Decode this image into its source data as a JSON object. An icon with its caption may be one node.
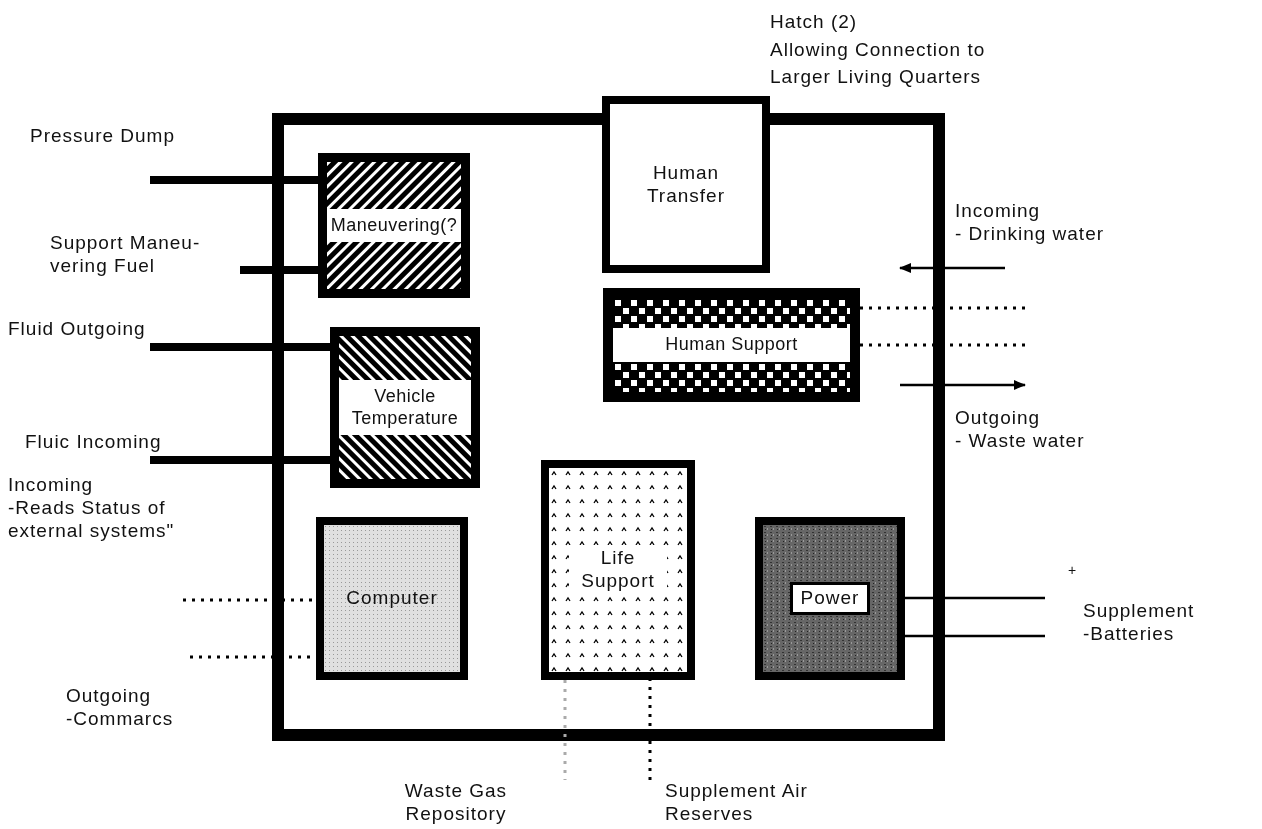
{
  "diagram": {
    "nodes": [
      {
        "text": [],
        "shape": "box"
      },
      {
        "text": [
          "Maneuvering(?"
        ],
        "in": 0
      },
      {
        "text": [
          "Human Transfer"
        ],
        "beside": [
          "Hatch (2)",
          "Allowing Connection to Larger Living Quarters"
        ]
      },
      {
        "text": [
          "Human Support"
        ],
        "in": 0
      },
      {
        "text": [
          "Vehicle Temperature"
        ],
        "in": 0
      },
      {
        "text": [
          "Computer"
        ],
        "in": 0
      },
      {
        "text": [
          "Life Support"
        ],
        "in": 0
      },
      {
        "text": [
          "Power"
        ],
        "in": 0
      },
      {
        "text": [
          "Pressure Dump"
        ]
      },
      {
        "text": [
          "Support Maneu- vering Fuel"
        ]
      },
      {
        "text": [
          "Fluid Outgoing"
        ]
      },
      {
        "text": [
          "Fluic Incoming"
        ]
      },
      {
        "text": [
          "Incoming",
          "-Reads Status of external systems\""
        ]
      },
      {
        "text": [
          "Outgoing",
          "-Commarcs"
        ]
      },
      {
        "text": [
          "Incoming",
          "- Drinking water"
        ]
      },
      {
        "text": [
          "Outgoing",
          "- Waste water"
        ]
      },
      {
        "text": [
          "Supplement",
          "-Batteries"
        ]
      },
      {
        "text": [
          "Waste Gas Repository"
        ]
      },
      {
        "text": [
          "Supplement Air Reserves"
        ]
      }
    ],
    "edges": [
      {
        "from": 8,
        "to": 1,
        "arrow": "none",
        "style": "thick"
      },
      {
        "from": 9,
        "to": 1,
        "arrow": "none",
        "style": "thick"
      },
      {
        "from": 10,
        "to": 4,
        "arrow": "none",
        "style": "thick"
      },
      {
        "from": 11,
        "to": 4,
        "arrow": "none",
        "style": "thick"
      },
      {
        "from": 12,
        "to": 5,
        "arrow": "none",
        "style": "dashed"
      },
      {
        "from": 13,
        "to": 5,
        "arrow": "none",
        "style": "dashed"
      },
      {
        "from": 14,
        "to": null,
        "arrow": "to"
      },
      {
        "from": 3,
        "to": null,
        "arrow": "none",
        "style": "dashed"
      },
      {
        "from": 3,
        "to": null,
        "arrow": "none",
        "style": "dashed"
      },
      {
        "from": null,
        "to": 15,
        "arrow": "to"
      },
      {
        "from": 7,
        "to": 16,
        "arrow": "none"
      },
      {
        "from": 7,
        "to": 16,
        "arrow": "none"
      },
      {
        "from": 6,
        "to": 17,
        "arrow": "none",
        "style": "dashed",
        "color": "#aaaaaa"
      },
      {
        "from": 18,
        "to": 6,
        "arrow": "none",
        "style": "dashed"
      }
    ],
    "labels": [
      "+"
    ]
  }
}
